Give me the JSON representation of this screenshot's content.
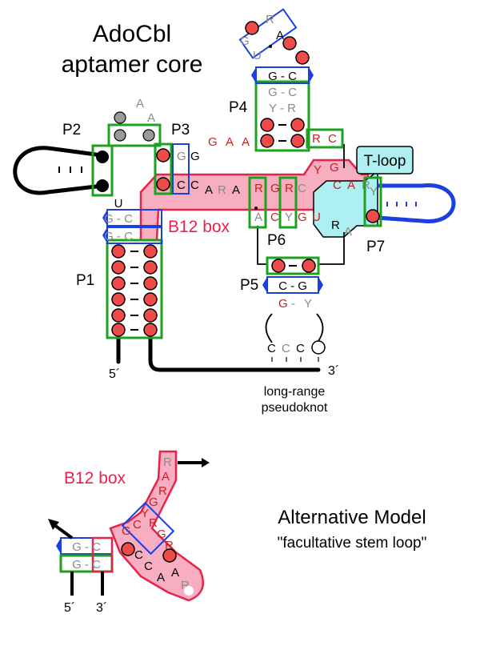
{
  "title_line1": "AdoCbl",
  "title_line2": "aptamer core",
  "stems": {
    "p1": "P1",
    "p2": "P2",
    "p3": "P3",
    "p4": "P4",
    "p5": "P5",
    "p6": "P6",
    "p7": "P7"
  },
  "b12_box": "B12 box",
  "t_loop": "T-loop",
  "five_prime": "5´",
  "three_prime": "3´",
  "pseudoknot_line1": "long-range",
  "pseudoknot_line2": "pseudoknot",
  "alt_title": "Alternative Model",
  "alt_subtitle": "\"facultative stem loop\"",
  "alt_b12_box": "B12 box",
  "colors": {
    "b12_fill": "#f6aec0",
    "b12_stroke": "#e8234a",
    "tloop_fill": "#aef0f2",
    "stem_green": "#1ea11e",
    "pair_blue": "#1b3fe0",
    "circle_red": "#ef4b4b",
    "grey_nt": "#8a8a8a",
    "red_nt": "#cc1e1e"
  }
}
